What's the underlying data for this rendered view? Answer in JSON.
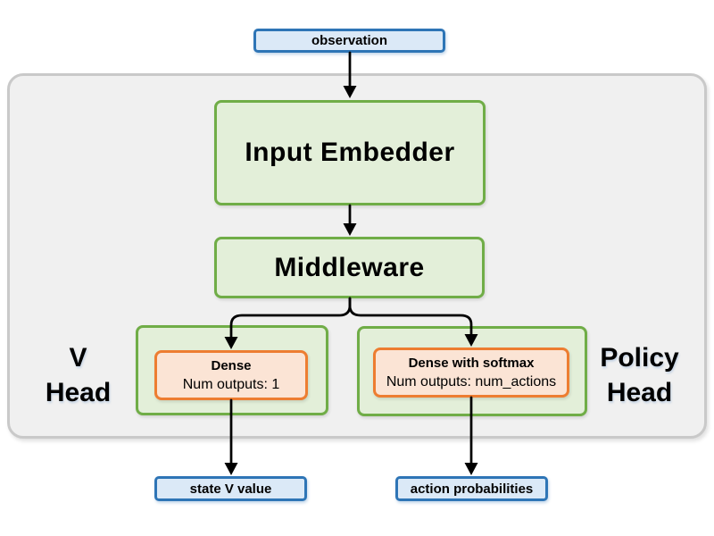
{
  "diagram": {
    "observation": {
      "label": "observation"
    },
    "input_embedder": {
      "label": "Input Embedder"
    },
    "middleware": {
      "label": "Middleware"
    },
    "v_head": {
      "line1": "V",
      "line2": "Head",
      "dense": {
        "title": "Dense",
        "subtitle": "Num outputs: 1"
      }
    },
    "policy_head": {
      "line1": "Policy",
      "line2": "Head",
      "dense": {
        "title": "Dense with softmax",
        "subtitle": "Num outputs: num_actions"
      }
    },
    "outputs": {
      "state_v_value": "state V value",
      "action_probabilities": "action probabilities"
    },
    "colors": {
      "io_fill": "#dbe9f7",
      "io_border": "#2e75b6",
      "block_fill": "#e3efd9",
      "block_border": "#70ad47",
      "dense_fill": "#fbe4d5",
      "dense_border": "#ed7d31",
      "container_fill": "#f0f0f0",
      "container_border": "#c9c9c9",
      "arrow": "#000000"
    }
  }
}
